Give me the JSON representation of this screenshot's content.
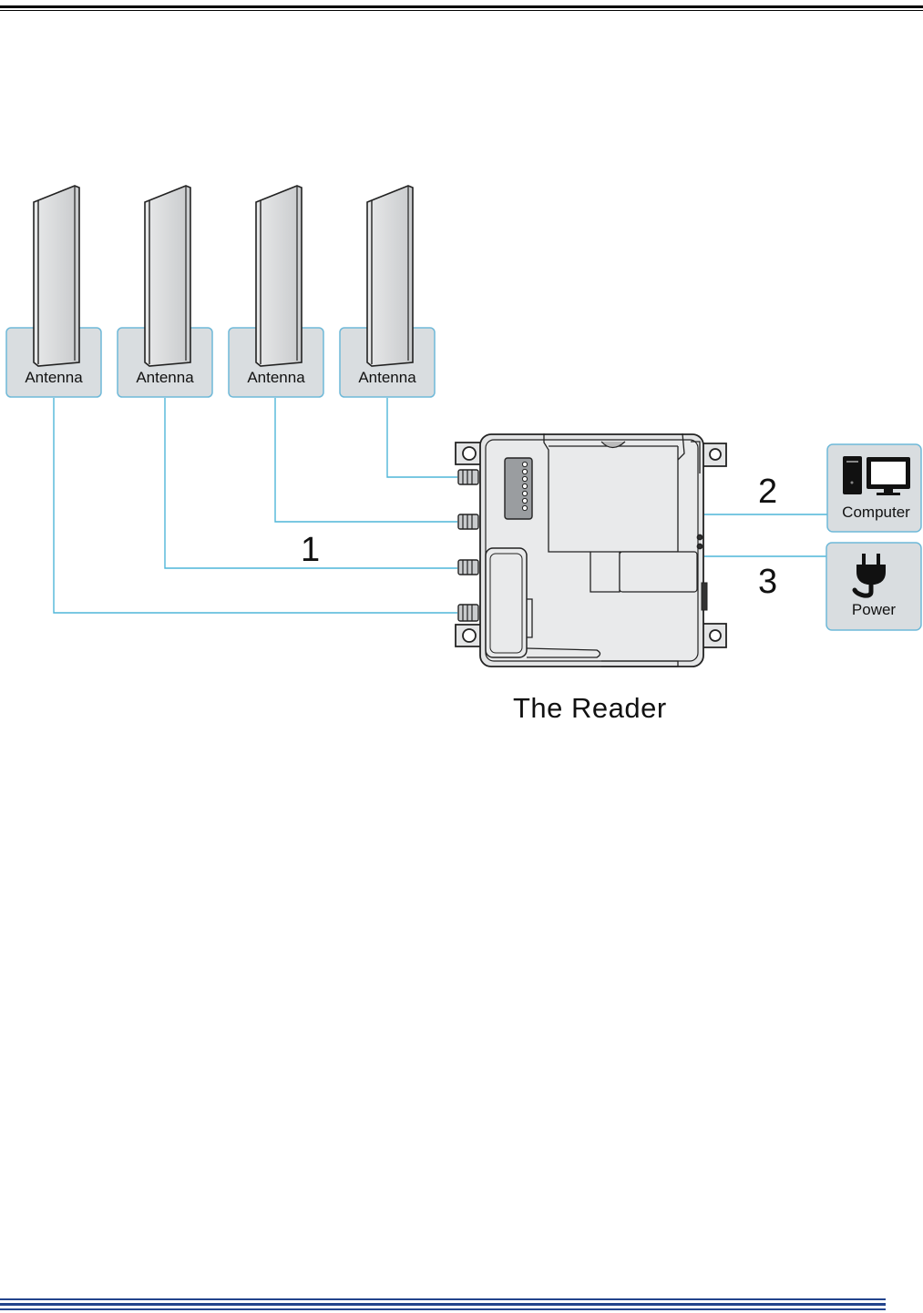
{
  "diagram": {
    "antennas": [
      {
        "label": "Antenna"
      },
      {
        "label": "Antenna"
      },
      {
        "label": "Antenna"
      },
      {
        "label": "Antenna"
      }
    ],
    "computer_label": "Computer",
    "power_label": "Power",
    "connection_1": "1",
    "connection_2": "2",
    "connection_3": "3",
    "reader_caption": "The Reader",
    "colors": {
      "line": "#4fb6d8",
      "box_fill": "#d9dde0",
      "box_stroke": "#6fb9d8",
      "footer_rule": "#23448c"
    }
  }
}
